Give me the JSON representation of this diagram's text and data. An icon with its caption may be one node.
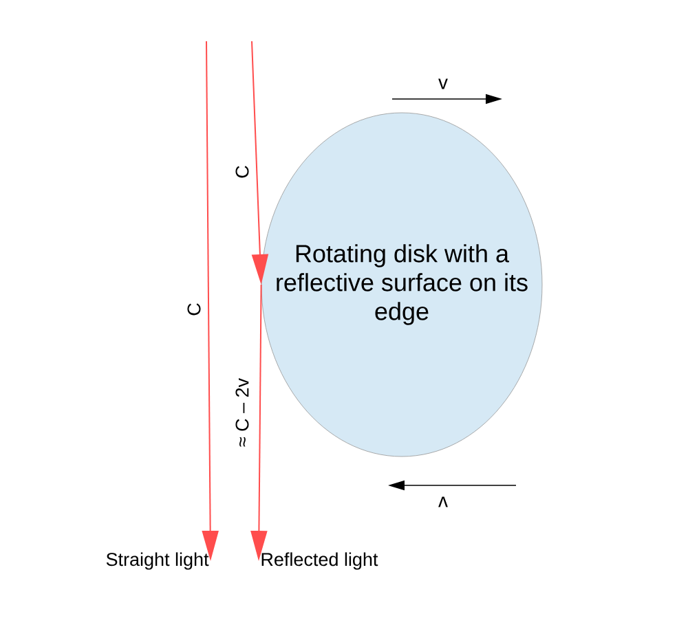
{
  "diagram": {
    "nodes": [
      {
        "text": [
          "Rotating disk with a reflective surface on its edge"
        ]
      },
      {
        "text": [
          "Straight light"
        ]
      },
      {
        "text": [
          "Reflected light"
        ]
      }
    ],
    "edges": [
      {
        "from": null,
        "to": 1,
        "arrow": "to",
        "label": "C"
      },
      {
        "from": null,
        "to": 0,
        "arrow": "to",
        "label": "C"
      },
      {
        "from": 0,
        "to": 2,
        "arrow": "to",
        "label": "≈ C – 2v"
      }
    ],
    "labels": [
      "v",
      "v"
    ]
  }
}
